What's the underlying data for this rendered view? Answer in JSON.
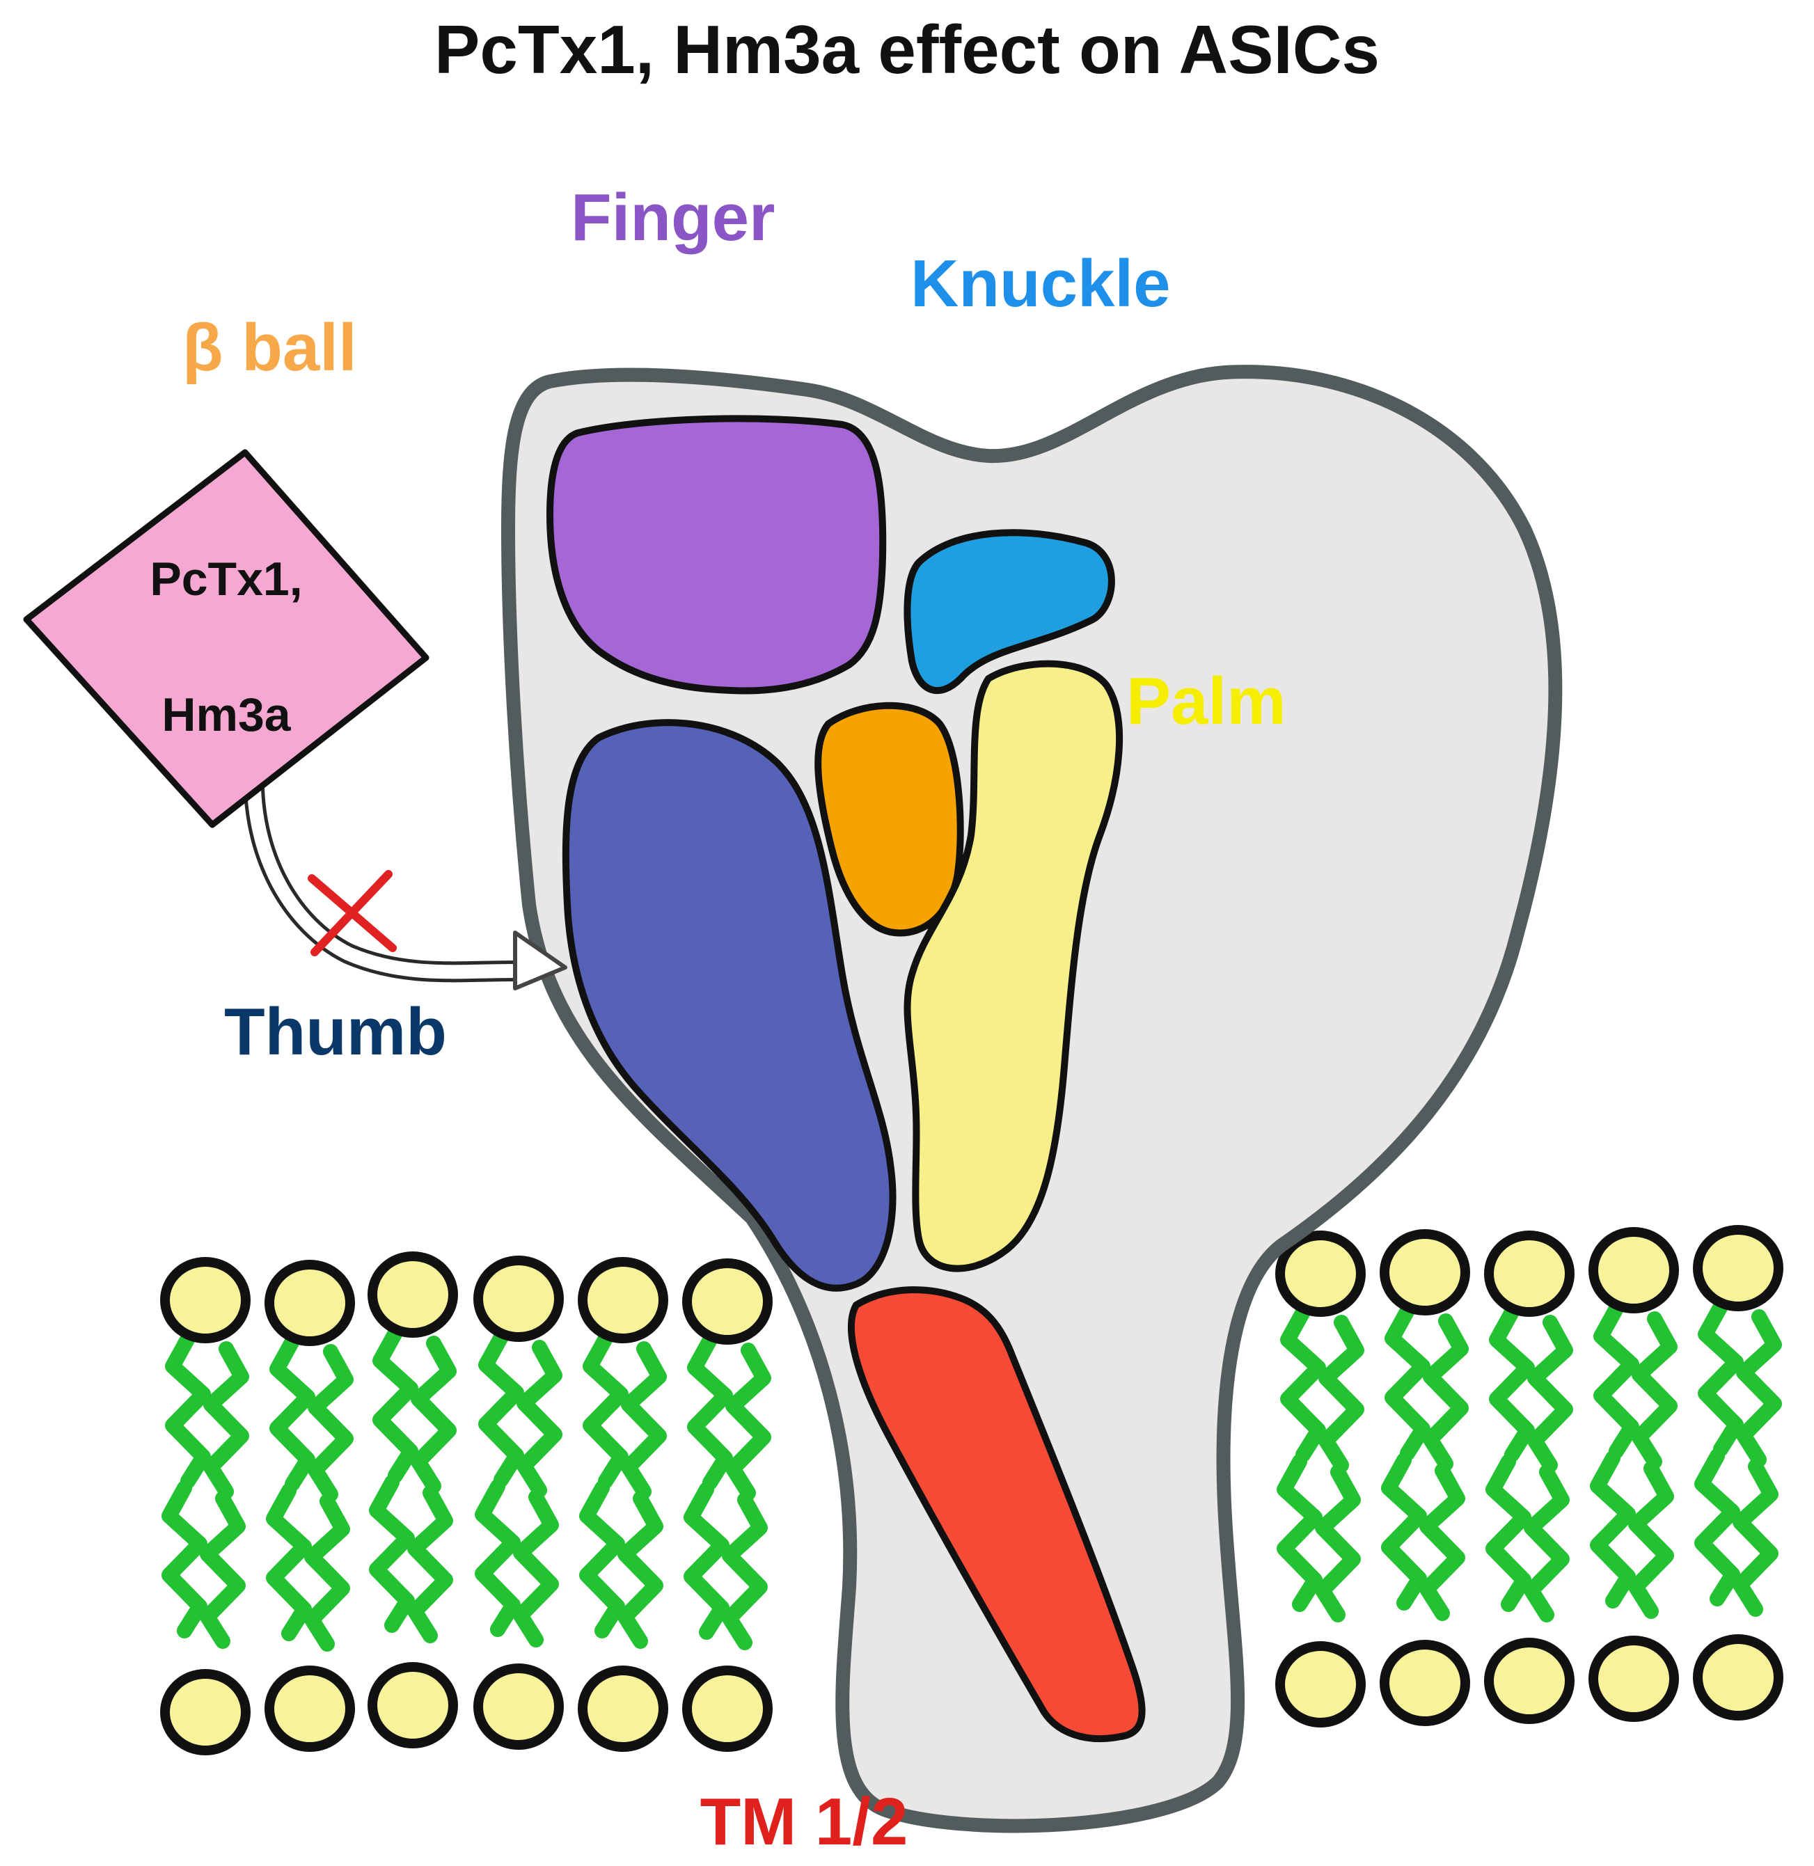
{
  "title": "PcTx1, Hm3a effect on ASICs",
  "labels": {
    "finger": "Finger",
    "knuckle": "Knuckle",
    "beta_ball": "β ball",
    "palm": "Palm",
    "thumb": "Thumb",
    "tm": "TM 1/2",
    "toxin_line1": "PcTx1,",
    "toxin_line2": "Hm3a"
  },
  "colors": {
    "finger": "#a566d6",
    "knuckle": "#1f9fe0",
    "beta_ball": "#f6a300",
    "palm": "#f7f08a",
    "thumb": "#5662b8",
    "tm": "#f44a36",
    "toxin": "#f4a8d2",
    "channel_body": "#e8e7e6",
    "channel_outline": "#525c5c",
    "lipid_head": "#f8f29a",
    "lipid_tail": "#22c232",
    "block_x": "#e02222",
    "thumb_label": "#0a3868",
    "finger_label": "#8a55c4",
    "knuckle_label": "#1e90ea",
    "beta_label": "#f7a94a",
    "palm_label": "#f5ee00",
    "tm_label": "#e0201c"
  }
}
